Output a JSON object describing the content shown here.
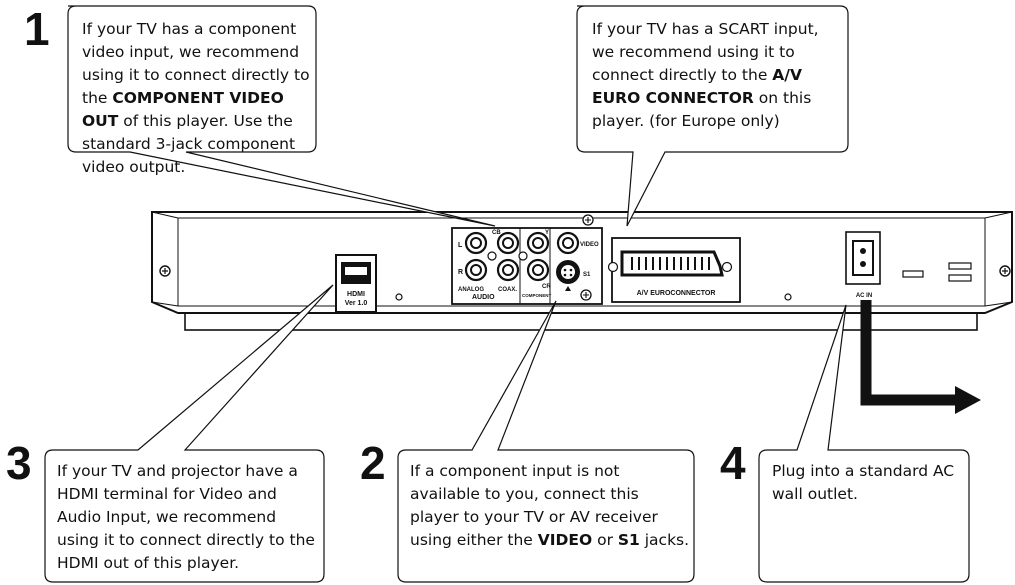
{
  "callouts": [
    {
      "number": "1",
      "parts": [
        {
          "text": "If your TV has a component video input, we recommend using it to connect directly to the ",
          "bold": false
        },
        {
          "text": "COMPONENT VIDEO OUT",
          "bold": true
        },
        {
          "text": " of this player. Use the standard 3-jack component video output.",
          "bold": false
        }
      ]
    },
    {
      "number": "",
      "parts": [
        {
          "text": "If your TV has a SCART input, we recommend using it to connect directly to the ",
          "bold": false
        },
        {
          "text": "A/V EURO CONNECTOR",
          "bold": true
        },
        {
          "text": " on this player. (for Europe only)",
          "bold": false
        }
      ]
    },
    {
      "number": "3",
      "parts": [
        {
          "text": "If your TV and projector have a HDMI terminal for Video and Audio Input, we recommend using it to connect directly to the HDMI out of this player.",
          "bold": false
        }
      ]
    },
    {
      "number": "2",
      "parts": [
        {
          "text": "If a component input is not available to you, connect this player to your TV or AV receiver using either the ",
          "bold": false
        },
        {
          "text": "VIDEO",
          "bold": true
        },
        {
          "text": " or ",
          "bold": false
        },
        {
          "text": "S1",
          "bold": true
        },
        {
          "text": " jacks.",
          "bold": false
        }
      ]
    },
    {
      "number": "4",
      "parts": [
        {
          "text": "Plug into a standard AC wall outlet.",
          "bold": false
        }
      ]
    }
  ],
  "panel_labels": {
    "hdmi": "HDMI",
    "hdmi_version": "Ver 1.0",
    "left": "L",
    "right": "R",
    "analog": "ANALOG",
    "audio": "AUDIO",
    "coax": "COAX.",
    "cb": "CB",
    "cr": "CR",
    "y": "Y",
    "component": "COMPONENT",
    "video": "VIDEO",
    "s1": "S1",
    "euro": "A/V EUROCONNECTOR",
    "ac_in": "AC IN"
  },
  "colors": {
    "ink": "#111111",
    "panel": "#ffffff"
  }
}
